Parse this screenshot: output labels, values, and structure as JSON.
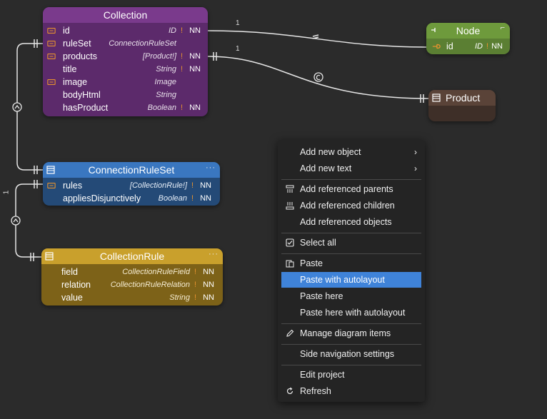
{
  "colors": {
    "canvas": "#2b2b2b",
    "collection": "#5c2a6b",
    "collection_header": "#7a3a8c",
    "node": "#5b7f33",
    "node_header": "#6e9a3c",
    "product": "#3e2f28",
    "product_header": "#5a4338",
    "connectionruleset": "#244a77",
    "connectionruleset_header": "#3a77c0",
    "collectionrule": "#7d6218",
    "collectionrule_header": "#c9a02c",
    "key": "#e5922f",
    "required": "#e5922f",
    "menu_highlight": "#3f83d9"
  },
  "collection": {
    "title": "Collection",
    "fields": [
      {
        "name": "id",
        "type": "ID",
        "required": "!",
        "nn": "NN",
        "key": true
      },
      {
        "name": "ruleSet",
        "type": "ConnectionRuleSet",
        "required": "",
        "nn": "",
        "key": true
      },
      {
        "name": "products",
        "type": "[Product!]",
        "required": "!",
        "nn": "NN",
        "key": true
      },
      {
        "name": "title",
        "type": "String",
        "required": "!",
        "nn": "NN",
        "key": false
      },
      {
        "name": "image",
        "type": "Image",
        "required": "",
        "nn": "",
        "key": true
      },
      {
        "name": "bodyHtml",
        "type": "String",
        "required": "",
        "nn": "",
        "key": false
      },
      {
        "name": "hasProduct",
        "type": "Boolean",
        "required": "!",
        "nn": "NN",
        "key": false
      }
    ]
  },
  "node": {
    "title": "Node",
    "fields": [
      {
        "name": "id",
        "type": "ID",
        "required": "!",
        "nn": "NN"
      }
    ]
  },
  "product": {
    "title": "Product"
  },
  "connectionruleset": {
    "title": "ConnectionRuleSet",
    "dots": "···",
    "fields": [
      {
        "name": "rules",
        "type": "[CollectionRule!]",
        "required": "!",
        "nn": "NN",
        "key": true
      },
      {
        "name": "appliesDisjunctively",
        "type": "Boolean",
        "required": "!",
        "nn": "NN",
        "key": false
      }
    ]
  },
  "collectionrule": {
    "title": "CollectionRule",
    "dots": "···",
    "fields": [
      {
        "name": "field",
        "type": "CollectionRuleField",
        "required": "!",
        "nn": "NN"
      },
      {
        "name": "relation",
        "type": "CollectionRuleRelation",
        "required": "!",
        "nn": "NN"
      },
      {
        "name": "value",
        "type": "String",
        "required": "!",
        "nn": "NN"
      }
    ]
  },
  "relations": {
    "collection_node_label": "1",
    "collection_product_label": "1",
    "ruleset_rules_label": "1"
  },
  "menu": {
    "items": [
      {
        "label": "Add new object",
        "icon": "none",
        "submenu": true
      },
      {
        "label": "Add new text",
        "icon": "none",
        "submenu": true
      },
      {
        "label": "Add referenced parents",
        "icon": "parents-icon",
        "submenu": false
      },
      {
        "label": "Add referenced children",
        "icon": "children-icon",
        "submenu": false
      },
      {
        "label": "Add referenced objects",
        "icon": "none",
        "submenu": false
      },
      {
        "label": "Select all",
        "icon": "checkbox-icon",
        "submenu": false
      },
      {
        "label": "Paste",
        "icon": "paste-icon",
        "submenu": false
      },
      {
        "label": "Paste with autolayout",
        "icon": "none",
        "submenu": false,
        "highlighted": true
      },
      {
        "label": "Paste here",
        "icon": "none",
        "submenu": false
      },
      {
        "label": "Paste here with autolayout",
        "icon": "none",
        "submenu": false
      },
      {
        "label": "Manage diagram items",
        "icon": "pencil-icon",
        "submenu": false
      },
      {
        "label": "Side navigation settings",
        "icon": "none",
        "submenu": false
      },
      {
        "label": "Edit project",
        "icon": "none",
        "submenu": false
      },
      {
        "label": "Refresh",
        "icon": "refresh-icon",
        "submenu": false
      }
    ],
    "submenu_glyph": "›"
  }
}
